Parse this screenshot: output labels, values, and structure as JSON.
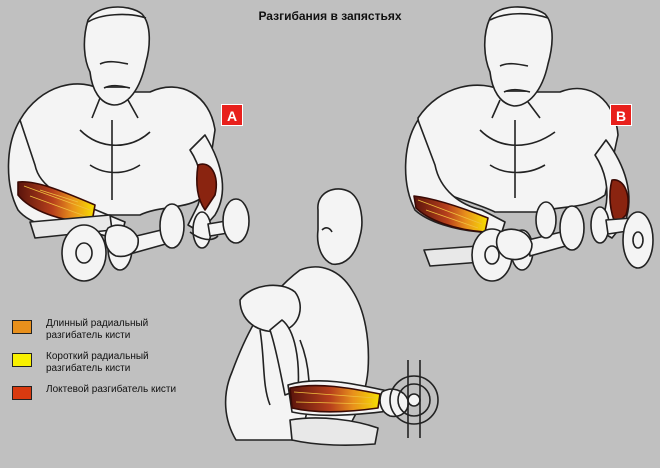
{
  "title": "Разгибания в запястьях",
  "panels": [
    {
      "label": "A"
    },
    {
      "label": "B"
    }
  ],
  "legend": [
    {
      "label": "Длинный радиальный\nразгибатель кисти",
      "color": "#e8901c"
    },
    {
      "label": "Короткий радиальный\nразгибатель кисти",
      "color": "#f8f000"
    },
    {
      "label": "Локтевой разгибатель кисти",
      "color": "#d83a10"
    }
  ],
  "colors": {
    "background": "#c0c0c0",
    "badge": "#e8201c",
    "muscle_dark": "#6a1a10",
    "muscle_mid": "#b8401c"
  }
}
